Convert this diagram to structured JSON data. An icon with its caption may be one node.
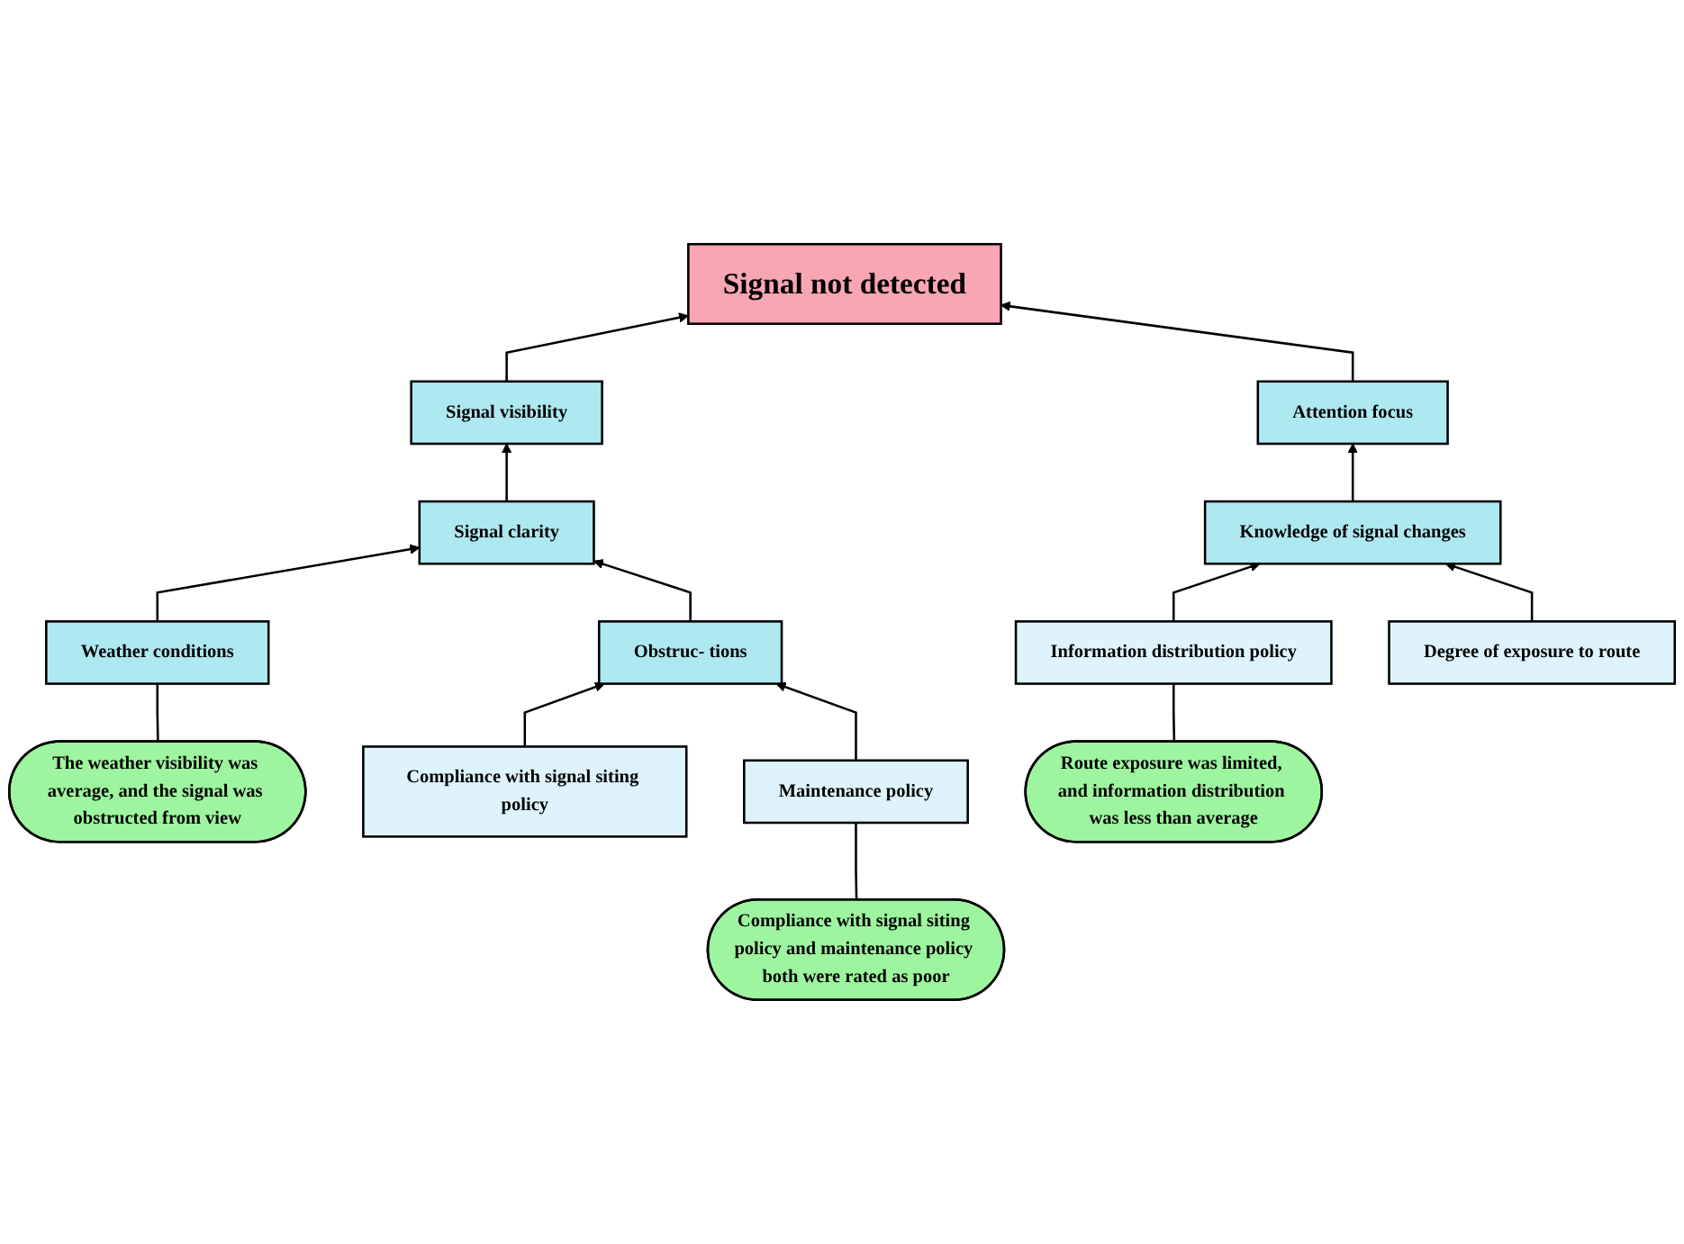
{
  "diagram": {
    "nodes": [
      {
        "text": [
          "Signal not detected"
        ]
      },
      {
        "text": [
          "Signal visibility"
        ]
      },
      {
        "text": [
          "Attention focus"
        ]
      },
      {
        "text": [
          "The weather visibility was average, and the signal was obstructed from view"
        ]
      },
      {
        "text": [
          "Signal clarity"
        ]
      },
      {
        "text": [
          "Route exposure was limited, and information distribution was less than average"
        ]
      },
      {
        "text": [
          "Knowledge of signal changes"
        ]
      },
      {
        "text": [
          "Weather conditions"
        ]
      },
      {
        "text": [
          "Obstruc- tions"
        ]
      },
      {
        "text": [
          "Information distribution policy"
        ]
      },
      {
        "text": [
          "Degree of exposure to route"
        ]
      },
      {
        "text": [
          "Compliance with signal siting policy"
        ]
      },
      {
        "text": [
          "Maintenance policy"
        ]
      },
      {
        "text": [
          "Compliance with signal siting policy and maintenance policy both were rated as poor"
        ]
      }
    ],
    "edges": [
      {
        "from": 1,
        "to": 0,
        "arrow": "to"
      },
      {
        "from": 2,
        "to": 0,
        "arrow": "to"
      },
      {
        "from": 4,
        "to": 1,
        "arrow": "to"
      },
      {
        "from": 6,
        "to": 2,
        "arrow": "to"
      },
      {
        "from": 7,
        "to": 4,
        "arrow": "to"
      },
      {
        "from": 8,
        "to": 4,
        "arrow": "to"
      },
      {
        "from": 9,
        "to": 6,
        "arrow": "to"
      },
      {
        "from": 10,
        "to": 6,
        "arrow": "to"
      },
      {
        "from": 11,
        "to": 8,
        "arrow": "to"
      },
      {
        "from": 12,
        "to": 8,
        "arrow": "to"
      },
      {
        "from": 3,
        "to": 7,
        "arrow": "none"
      },
      {
        "from": 5,
        "to": 9,
        "arrow": "none"
      },
      {
        "from": 13,
        "to": 12,
        "arrow": "none"
      }
    ]
  }
}
